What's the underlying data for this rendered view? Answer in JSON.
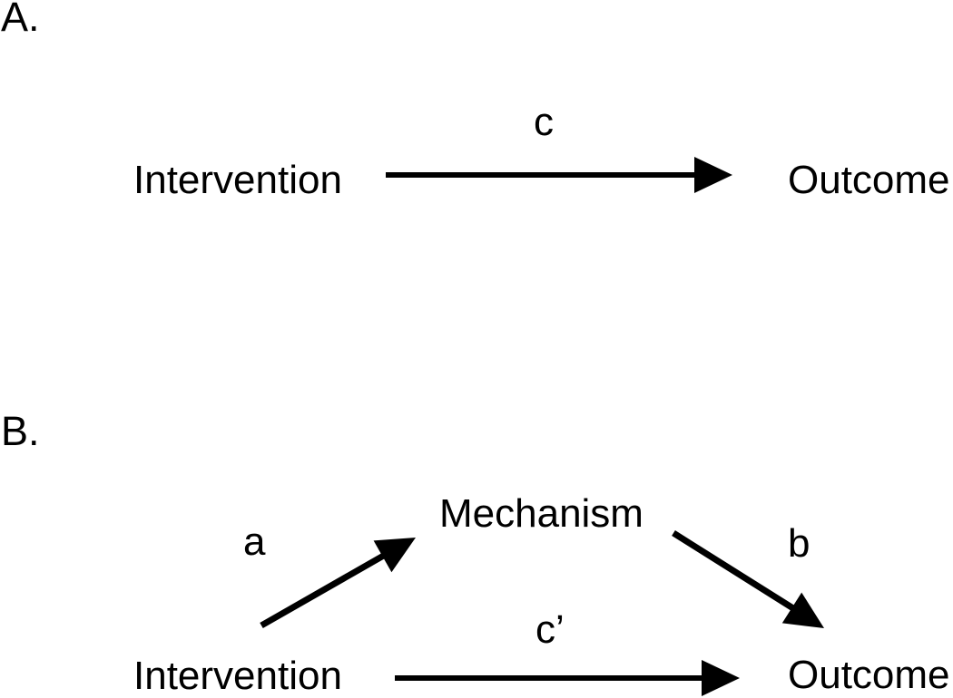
{
  "colors": {
    "ink": "#000000",
    "background": "#ffffff"
  },
  "panel_a": {
    "label": "A.",
    "intervention": "Intervention",
    "outcome": "Outcome",
    "path_c": "c"
  },
  "panel_b": {
    "label": "B.",
    "intervention": "Intervention",
    "mechanism": "Mechanism",
    "outcome": "Outcome",
    "path_a": "a",
    "path_b": "b",
    "path_c_prime": "c’"
  }
}
